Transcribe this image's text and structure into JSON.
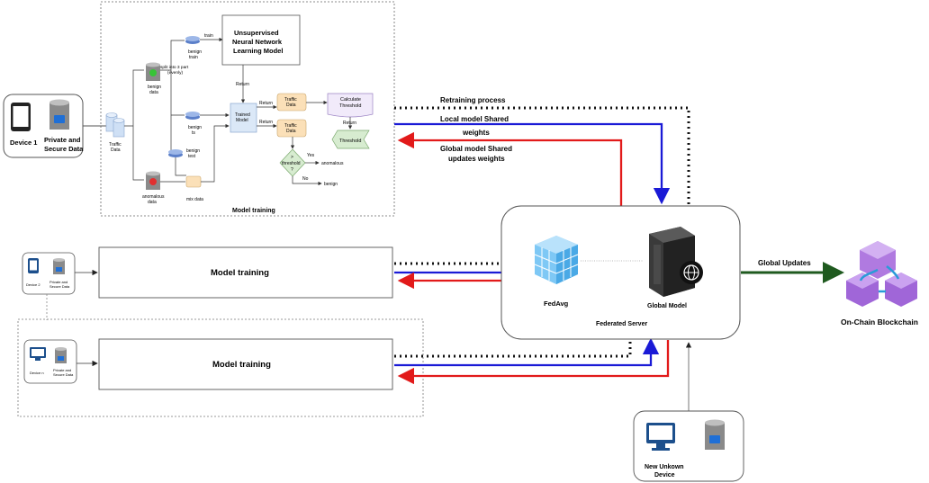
{
  "device1": {
    "name": "Device 1",
    "data": [
      "Private and",
      "Secure Data"
    ]
  },
  "device2": {
    "name": "Device 2",
    "data": [
      "Private and",
      "Secure Data"
    ]
  },
  "device_n": {
    "name": "Device n",
    "data": [
      "Private and",
      "Secure Data"
    ]
  },
  "new_device": {
    "name": [
      "New Unkown",
      "Device"
    ]
  },
  "training_panel": {
    "title": "Model training",
    "traffic_data": [
      "Traffic",
      "Data"
    ],
    "benign_data": [
      "benign",
      "data"
    ],
    "anomalous_data": [
      "anomalous",
      "data"
    ],
    "split": [
      "split into 3 part",
      "(evenly)"
    ],
    "train": "train",
    "benign_train": [
      "benign",
      "train"
    ],
    "benign_ts": [
      "benign",
      "ts"
    ],
    "benign_test": [
      "benign",
      "test"
    ],
    "mix_data": "mix data",
    "unsupervised": [
      "Unsupervised",
      "Neural  Network",
      "Learning Model"
    ],
    "return": "Return",
    "trained_model": [
      "Trained",
      "Model"
    ],
    "calc_threshold": [
      "Calculate",
      "Threshold"
    ],
    "threshold": "Threshold",
    "decision": [
      ">",
      "threshold",
      "?"
    ],
    "yes": "Yes",
    "no": "No",
    "anomalous": "anomalous",
    "benign": "benign"
  },
  "model_training_box": "Model training",
  "arrows": {
    "retraining": "Retraining process",
    "local_shared": [
      "Local model Shared",
      "weights"
    ],
    "global_shared": [
      "Global model Shared",
      "updates weights"
    ],
    "global_updates": "Global Updates"
  },
  "server": {
    "fedavg": "FedAvg",
    "global_model": "Global Model",
    "title": "Federated Server"
  },
  "blockchain": {
    "label": "On-Chain Blockchain"
  },
  "colors": {
    "blue": "#1a1ad6",
    "red": "#e21a1a",
    "green": "#1f5a1f",
    "node_blue": "#dbe8f7",
    "node_orange": "#fbe0b8",
    "purple": "#b07ae0",
    "decision_green": "#d7ecd0"
  }
}
